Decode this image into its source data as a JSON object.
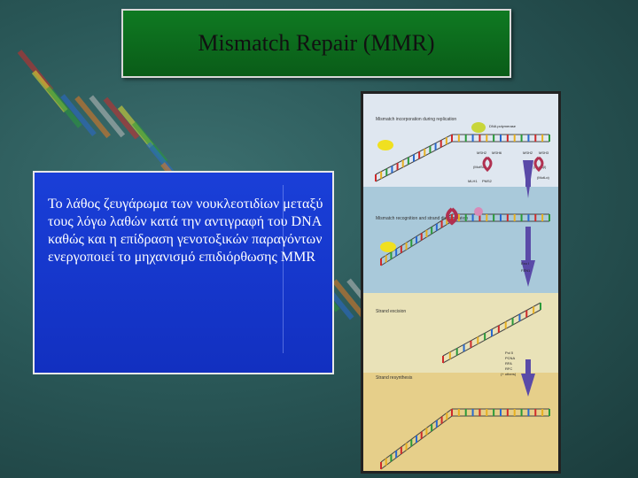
{
  "title": "Mismatch Repair (MMR)",
  "body_text": "Το λάθος ζευγάρωμα των νουκλεοτιδίων μεταξύ τους λόγω λαθών κατά την αντιγραφή του DNA καθώς και η επίδραση γενοτοξικών παραγόντων ενεργοποιεί το μηχανισμό επιδιόρθωσης MMR",
  "figure": {
    "stages": [
      {
        "label": "Mismatch incorporation during replication",
        "color": "#dfe7f0"
      },
      {
        "label": "Mismatch recognition and strand discrimination",
        "color": "#a9c9da"
      },
      {
        "label": "Strand excision",
        "color": "#e9e2b8"
      },
      {
        "label": "Strand resynthesis",
        "color": "#e6cf8a"
      }
    ],
    "proteins": {
      "polymerase": "DNA polymerase",
      "msh2_a": "MSH2",
      "msh6": "MSH6",
      "mutsa": "(MutSα)",
      "msh2_b": "MSH2",
      "msh3": "MSH3",
      "mutsb": "(MutSβ)",
      "mlh1": "MLH1",
      "pms2": "PMS2",
      "mutla": "(MutLα)",
      "exo": "Exo I",
      "fen": "FEN1",
      "pol": "Pol δ",
      "pcna": "PCNA",
      "rfa": "RFA",
      "rfc": "RFC",
      "others": "(+ others)"
    }
  }
}
